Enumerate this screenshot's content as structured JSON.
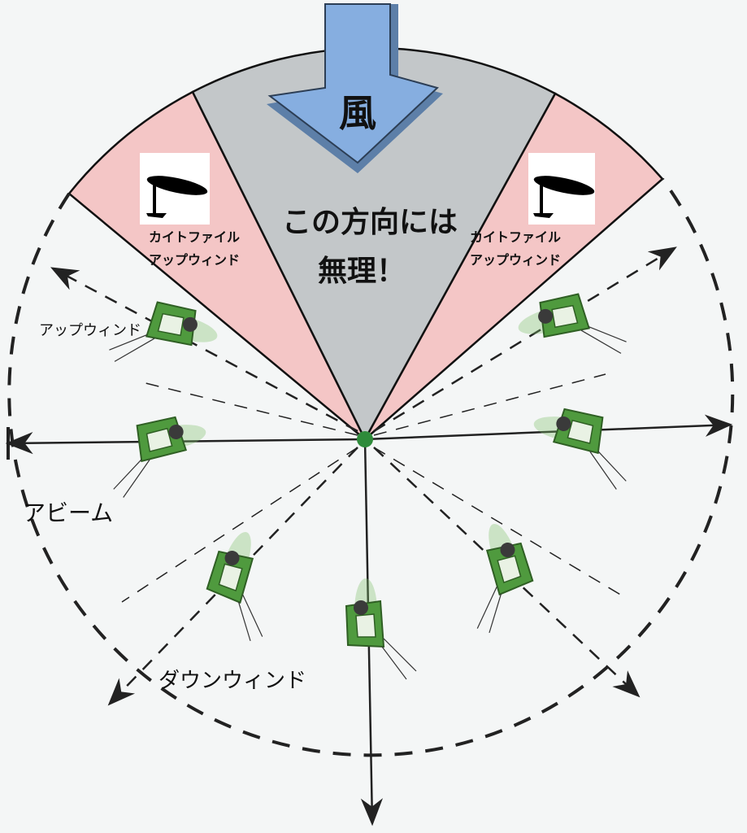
{
  "wind": {
    "label": "風"
  },
  "no_go": {
    "line1": "この方向には",
    "line2": "無理！"
  },
  "kitefoil_left": {
    "line1": "カイトファイル",
    "line2": "アップウィンド"
  },
  "kitefoil_right": {
    "line1": "カイトファイル",
    "line2": "アップウィンド"
  },
  "points_of_sail": {
    "upwind": "アップウィンド",
    "abeam": "アビーム",
    "downwind": "ダウンウィンド"
  },
  "colors": {
    "no_go": "#c3c7c9",
    "kitefoil_zone": "#f4c6c6",
    "wind_arrow": "#7fa6d6",
    "rider": "#4f9a3e",
    "center": "#2e8b3a"
  }
}
